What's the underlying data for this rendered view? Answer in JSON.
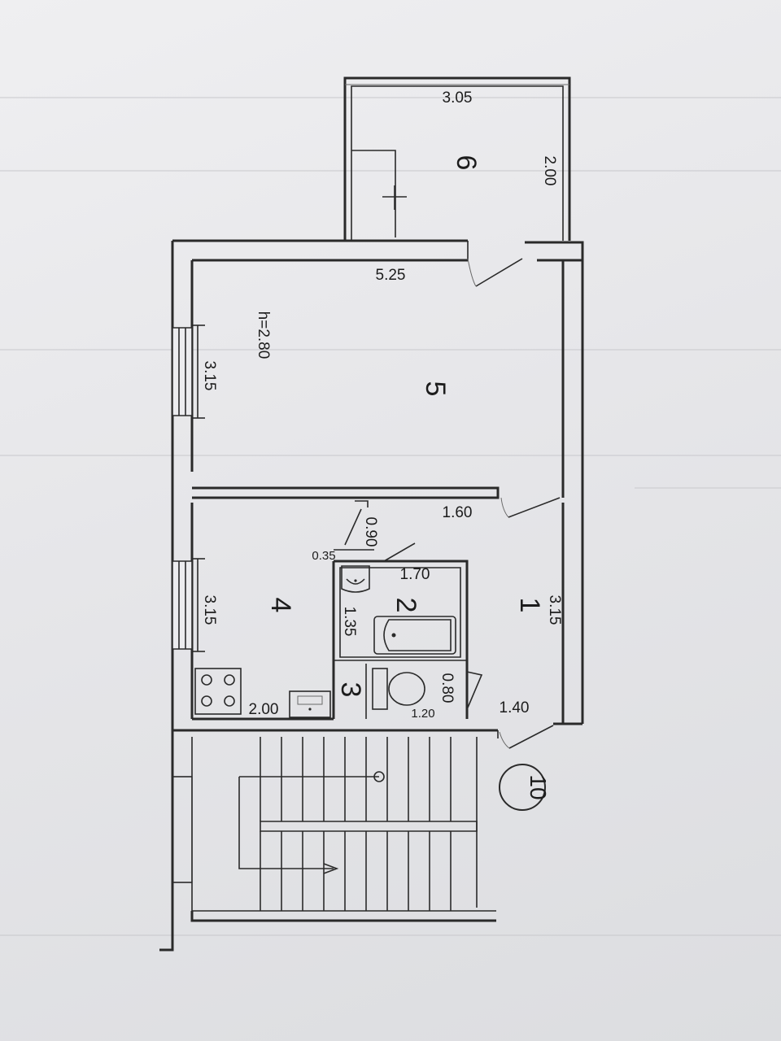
{
  "balcony": {
    "number": "6",
    "width": "3.05",
    "depth": "2.00"
  },
  "living_room": {
    "number": "5",
    "length": "5.25",
    "width": "3.15",
    "ceiling_height": "h=2.80"
  },
  "kitchen": {
    "number": "4",
    "width": "3.15",
    "length": "2.00"
  },
  "bathroom": {
    "number": "2",
    "length": "1.70",
    "width": "1.35"
  },
  "toilet": {
    "number": "3",
    "length": "1.20",
    "door": "0.80"
  },
  "hallway": {
    "number": "1",
    "length": "3.15",
    "segment_top": "1.60",
    "segment_bottom": "1.40"
  },
  "niche": {
    "width": "0.90",
    "depth": "0.35"
  },
  "apartment_number": "10"
}
